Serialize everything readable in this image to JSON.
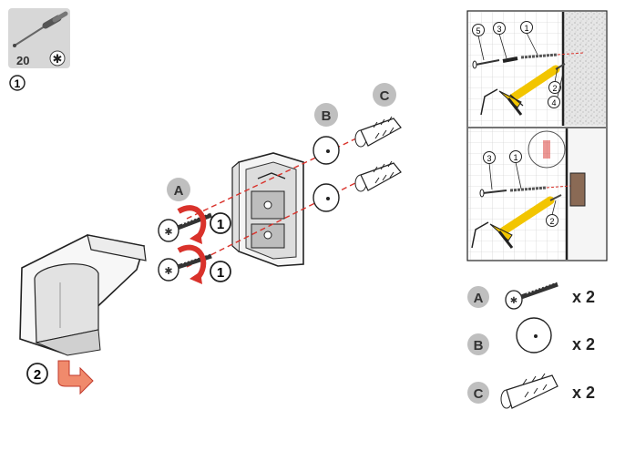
{
  "tool": {
    "torx_size": "20",
    "step_number": "1"
  },
  "step_labels": {
    "one": "1",
    "two": "2"
  },
  "main_part_letters": {
    "a": "A",
    "b": "B",
    "c": "C"
  },
  "inset": {
    "top_callouts": [
      "5",
      "3",
      "1",
      "2",
      "4"
    ],
    "bottom_callouts": [
      "3",
      "1",
      "2"
    ]
  },
  "parts_list": [
    {
      "letter": "A",
      "name": "screw-icon",
      "quantity": "x 2"
    },
    {
      "letter": "B",
      "name": "washer-icon",
      "quantity": "x 2"
    },
    {
      "letter": "C",
      "name": "wall-plug-icon",
      "quantity": "x 2"
    }
  ],
  "colors": {
    "arrow_red": "#d9322b",
    "arrow_salmon": "#f08a6c",
    "badge_grey": "#bfbfbf",
    "gun_yellow": "#f2c500",
    "wall_brown": "#8a6a55",
    "dashed_line": "#d9322b"
  }
}
